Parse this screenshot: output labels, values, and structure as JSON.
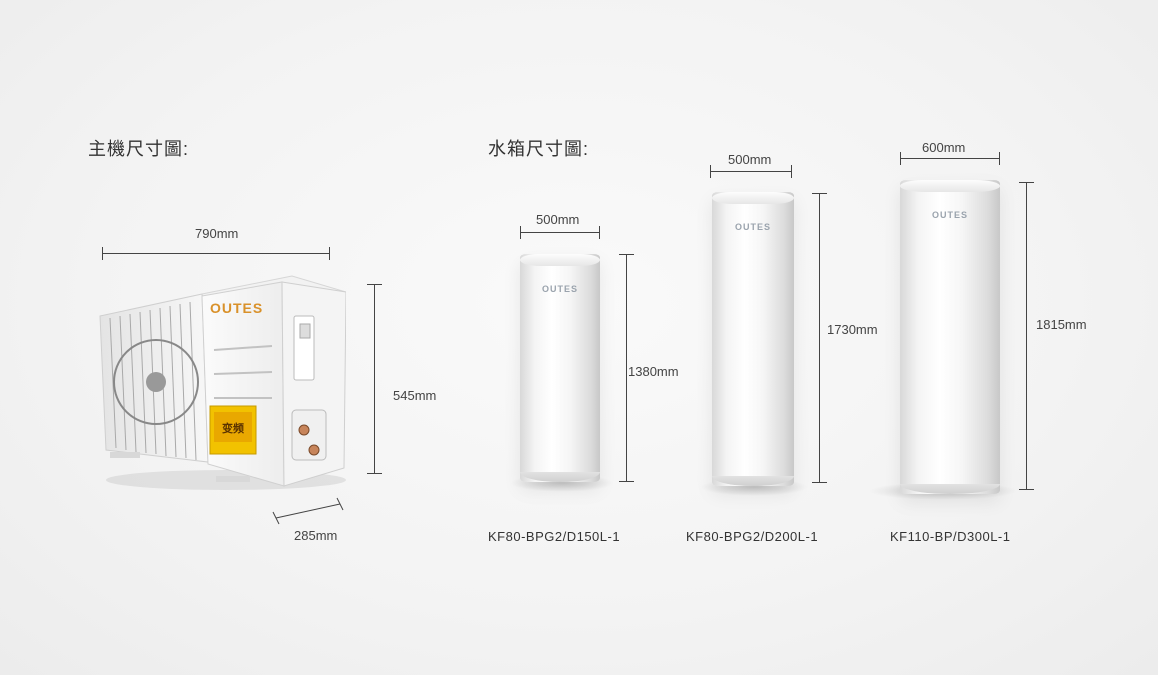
{
  "headings": {
    "main_unit": "主機尺寸圖:",
    "water_tank": "水箱尺寸圖:"
  },
  "main_unit": {
    "brand": "OUTES",
    "width_label": "790mm",
    "height_label": "545mm",
    "depth_label": "285mm"
  },
  "tanks": [
    {
      "brand": "OUTES",
      "width_label": "500mm",
      "height_label": "1380mm",
      "model": "KF80-BPG2/D150L-1"
    },
    {
      "brand": "OUTES",
      "width_label": "500mm",
      "height_label": "1730mm",
      "model": "KF80-BPG2/D200L-1"
    },
    {
      "brand": "OUTES",
      "width_label": "600mm",
      "height_label": "1815mm",
      "model": "KF110-BP/D300L-1"
    }
  ],
  "colors": {
    "brand_orange": "#d9912a",
    "label_gold": "#f2c200"
  }
}
